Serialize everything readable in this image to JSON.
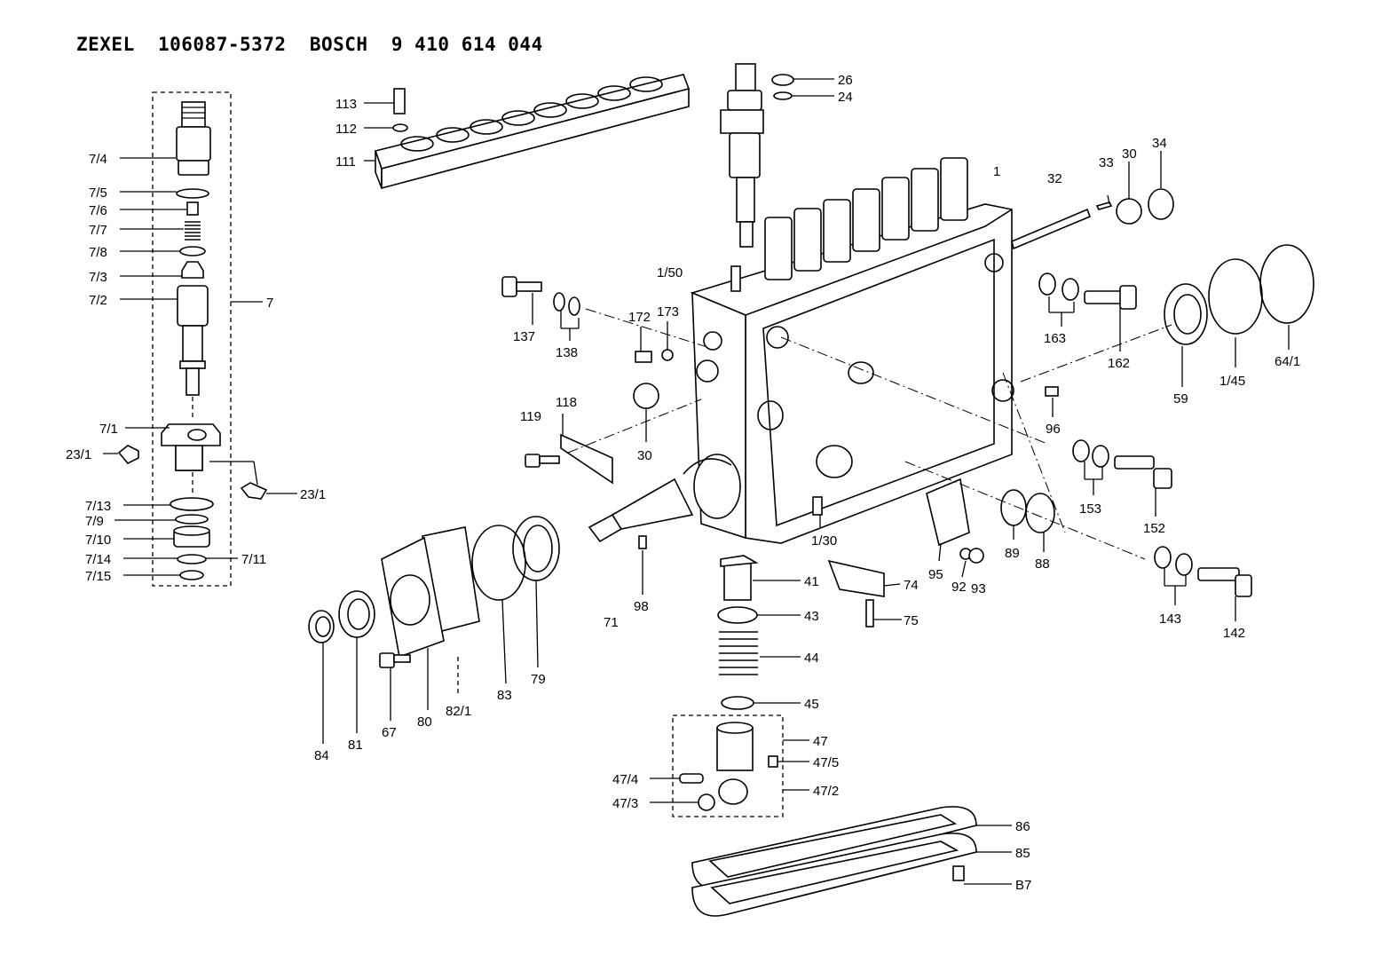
{
  "header": {
    "title": "ZEXEL  106087-5372  BOSCH  9 410 614 044"
  },
  "labels": [
    {
      "id": "l_7_4",
      "text": "7/4"
    },
    {
      "id": "l_7_5",
      "text": "7/5"
    },
    {
      "id": "l_7_6",
      "text": "7/6"
    },
    {
      "id": "l_7_7",
      "text": "7/7"
    },
    {
      "id": "l_7_8",
      "text": "7/8"
    },
    {
      "id": "l_7_3",
      "text": "7/3"
    },
    {
      "id": "l_7_2",
      "text": "7/2"
    },
    {
      "id": "l_7",
      "text": "7"
    },
    {
      "id": "l_7_1",
      "text": "7/1"
    },
    {
      "id": "l_23_1a",
      "text": "23/1"
    },
    {
      "id": "l_23_1b",
      "text": "23/1"
    },
    {
      "id": "l_7_13",
      "text": "7/13"
    },
    {
      "id": "l_7_9",
      "text": "7/9"
    },
    {
      "id": "l_7_10",
      "text": "7/10"
    },
    {
      "id": "l_7_14",
      "text": "7/14"
    },
    {
      "id": "l_7_11",
      "text": "7/11"
    },
    {
      "id": "l_7_15",
      "text": "7/15"
    },
    {
      "id": "l_113",
      "text": "113"
    },
    {
      "id": "l_112",
      "text": "112"
    },
    {
      "id": "l_111",
      "text": "111"
    },
    {
      "id": "l_26",
      "text": "26"
    },
    {
      "id": "l_24",
      "text": "24"
    },
    {
      "id": "l_1",
      "text": "1"
    },
    {
      "id": "l_32",
      "text": "32"
    },
    {
      "id": "l_33",
      "text": "33"
    },
    {
      "id": "l_30a",
      "text": "30"
    },
    {
      "id": "l_34",
      "text": "34"
    },
    {
      "id": "l_1_50",
      "text": "1/50"
    },
    {
      "id": "l_137",
      "text": "137"
    },
    {
      "id": "l_138",
      "text": "138"
    },
    {
      "id": "l_172",
      "text": "172"
    },
    {
      "id": "l_173",
      "text": "173"
    },
    {
      "id": "l_163",
      "text": "163"
    },
    {
      "id": "l_162",
      "text": "162"
    },
    {
      "id": "l_59",
      "text": "59"
    },
    {
      "id": "l_1_45",
      "text": "1/45"
    },
    {
      "id": "l_64_1",
      "text": "64/1"
    },
    {
      "id": "l_118",
      "text": "118"
    },
    {
      "id": "l_119",
      "text": "119"
    },
    {
      "id": "l_30b",
      "text": "30"
    },
    {
      "id": "l_96",
      "text": "96"
    },
    {
      "id": "l_153",
      "text": "153"
    },
    {
      "id": "l_152",
      "text": "152"
    },
    {
      "id": "l_1_30",
      "text": "1/30"
    },
    {
      "id": "l_95",
      "text": "95"
    },
    {
      "id": "l_92",
      "text": "92"
    },
    {
      "id": "l_93",
      "text": "93"
    },
    {
      "id": "l_89",
      "text": "89"
    },
    {
      "id": "l_88",
      "text": "88"
    },
    {
      "id": "l_143",
      "text": "143"
    },
    {
      "id": "l_142",
      "text": "142"
    },
    {
      "id": "l_98",
      "text": "98"
    },
    {
      "id": "l_71",
      "text": "71"
    },
    {
      "id": "l_41",
      "text": "41"
    },
    {
      "id": "l_74",
      "text": "74"
    },
    {
      "id": "l_75",
      "text": "75"
    },
    {
      "id": "l_43",
      "text": "43"
    },
    {
      "id": "l_44",
      "text": "44"
    },
    {
      "id": "l_45",
      "text": "45"
    },
    {
      "id": "l_47",
      "text": "47"
    },
    {
      "id": "l_47_4",
      "text": "47/4"
    },
    {
      "id": "l_47_5",
      "text": "47/5"
    },
    {
      "id": "l_47_3",
      "text": "47/3"
    },
    {
      "id": "l_47_2",
      "text": "47/2"
    },
    {
      "id": "l_84",
      "text": "84"
    },
    {
      "id": "l_81",
      "text": "81"
    },
    {
      "id": "l_67",
      "text": "67"
    },
    {
      "id": "l_80",
      "text": "80"
    },
    {
      "id": "l_82_1",
      "text": "82/1"
    },
    {
      "id": "l_83",
      "text": "83"
    },
    {
      "id": "l_79",
      "text": "79"
    },
    {
      "id": "l_86",
      "text": "86"
    },
    {
      "id": "l_85",
      "text": "85"
    },
    {
      "id": "l_87",
      "text": "B7"
    }
  ]
}
